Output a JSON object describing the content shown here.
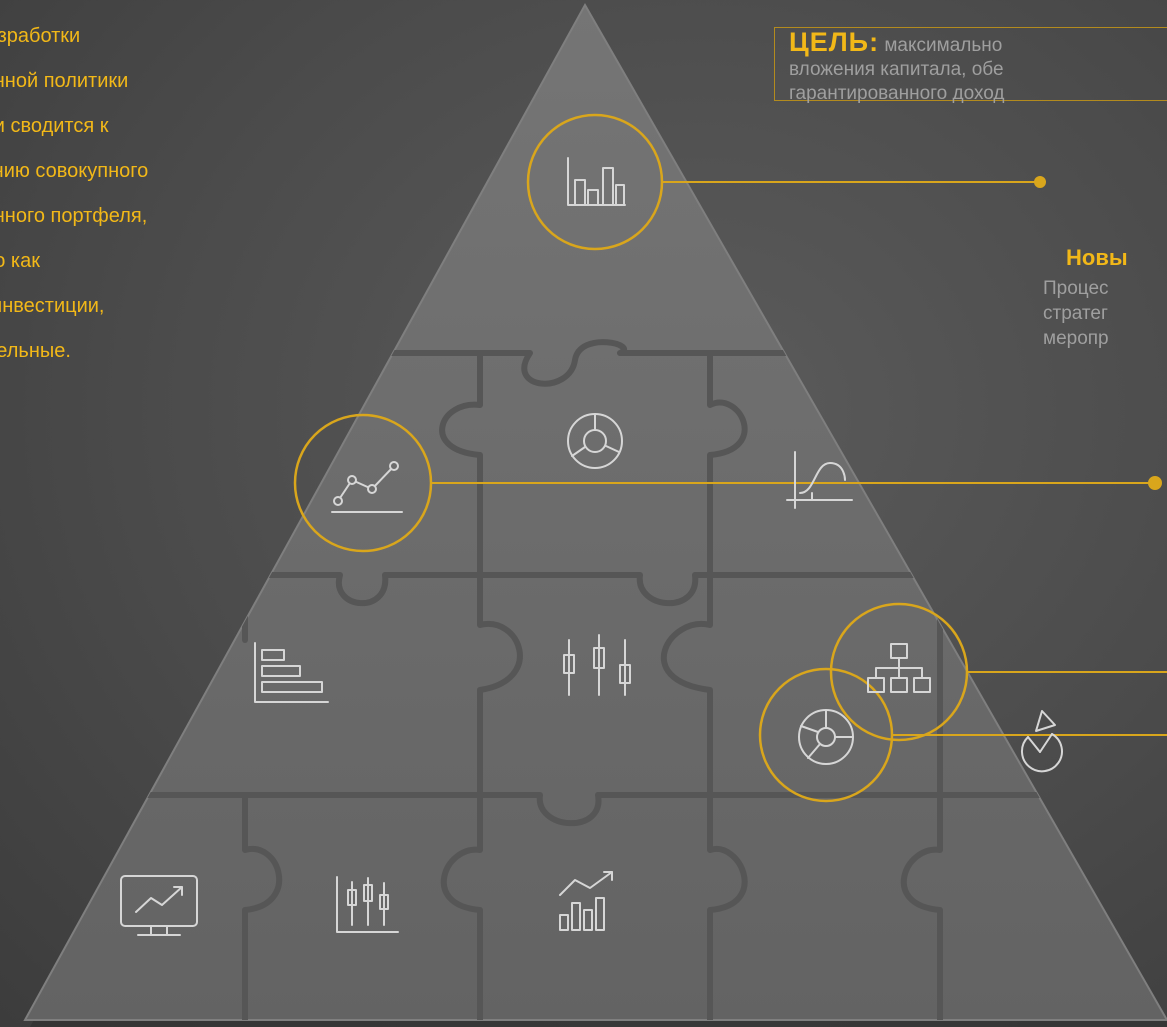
{
  "left_text": {
    "lines": [
      "с разработки",
      "ционной политики",
      "ации сводится к",
      "ованию совокупного",
      "ционного портфеля,",
      "щего как",
      "ые инвестиции,",
      "ртфельные."
    ]
  },
  "goal": {
    "label": "ЦЕЛЬ:",
    "lines": [
      "максимально",
      "вложения капитала, обе",
      "гарантированного доход"
    ]
  },
  "new_section": {
    "heading": "Новы",
    "lines": [
      "Процес",
      "стратег",
      "меропр"
    ]
  },
  "icons": [
    "bar-chart-icon",
    "donut-chart-icon",
    "line-chart-icon",
    "curve-chart-icon",
    "gantt-chart-icon",
    "candlestick-chart-icon",
    "org-chart-icon",
    "monitor-chart-icon",
    "candlestick-chart-icon",
    "bar-trend-chart-icon",
    "pie-chart-icon",
    "pie-segment-icon"
  ],
  "colors": {
    "accent": "#f2b818",
    "gold_line": "#d9a61c",
    "body_text": "#9f9f9f",
    "background": "#4b4b4b",
    "pyramid": "#6b6b6b",
    "icon_stroke": "#d6d6d6"
  }
}
